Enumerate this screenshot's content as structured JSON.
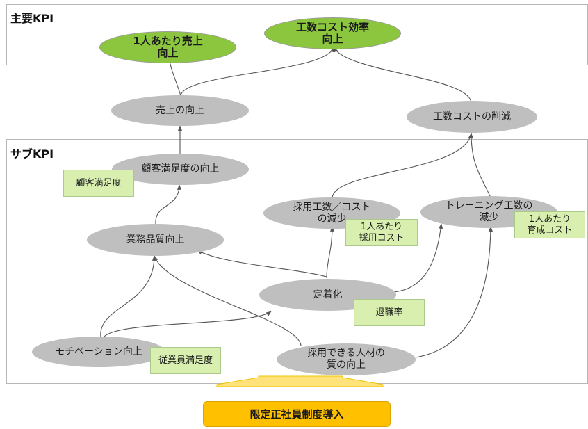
{
  "regions": {
    "main_kpi_title": "主要KPI",
    "sub_kpi_title": "サブKPI"
  },
  "nodes": {
    "sales_per_person": "1人あたり売上\n向上",
    "manhour_cost_efficiency": "工数コスト効率\n向上",
    "sales_increase": "売上の向上",
    "manhour_cost_reduction": "工数コストの削減",
    "customer_satisfaction": "顧客満足度の向上",
    "hiring_cost_reduction": "採用工数／コスト\nの減少",
    "training_cost_reduction": "トレーニング工数の\n減少",
    "work_quality": "業務品質向上",
    "retention": "定着化",
    "motivation": "モチベーション向上",
    "talent_quality": "採用できる人材の\n質の向上"
  },
  "notes": {
    "customer_satisfaction_metric": "顧客満足度",
    "hiring_cost_metric": "1人あたり\n採用コスト",
    "training_cost_metric": "1人あたり\n育成コスト",
    "turnover_metric": "退職率",
    "employee_satisfaction_metric": "従業員満足度"
  },
  "action": {
    "label": "限定正社員制度導入"
  },
  "colors": {
    "kpi_node": "#8cc63f",
    "sub_node": "#bfbfbf",
    "metric_note": "#d8efb0",
    "action": "#ffc000",
    "edge": "#555555"
  }
}
